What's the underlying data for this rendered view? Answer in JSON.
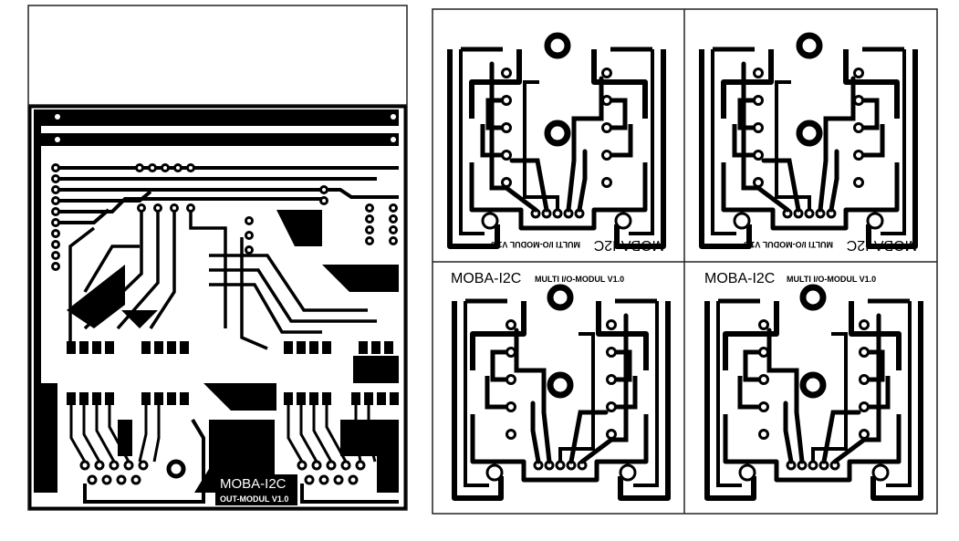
{
  "out_board": {
    "title": "MOBA-I2C",
    "subtitle": "OUT-MODUL V1.0"
  },
  "multi_board": {
    "title": "MOBA-I2C",
    "subtitle": "MULTI I/O-MODUL V1.0"
  },
  "colors": {
    "copper": "#000000",
    "substrate": "#ffffff",
    "frame": "#111111"
  }
}
